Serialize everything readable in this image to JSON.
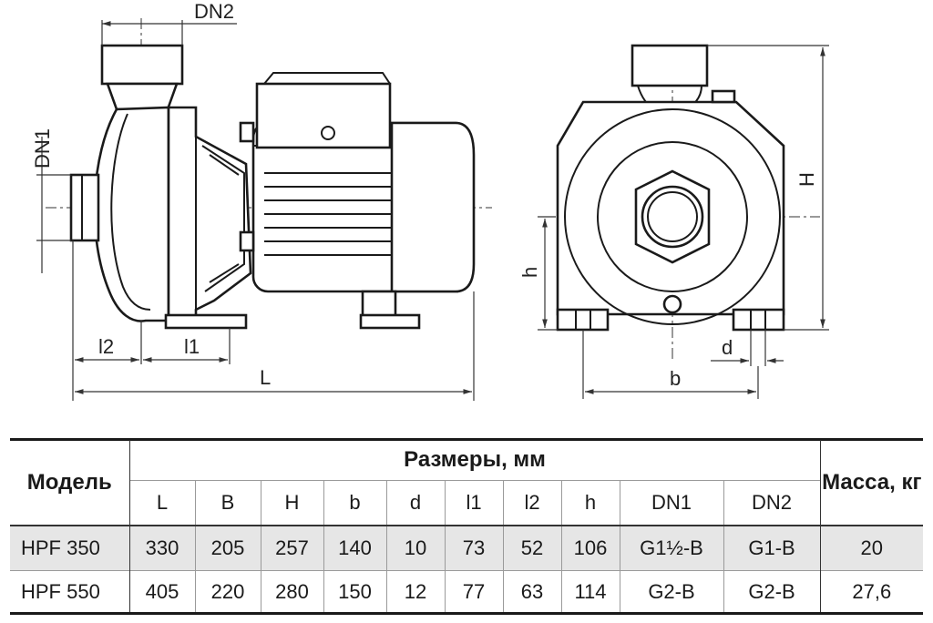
{
  "diagram": {
    "labels": {
      "dn2": "DN2",
      "dn1": "DN1",
      "l2": "l2",
      "l1": "l1",
      "L": "L",
      "H": "H",
      "h": "h",
      "d": "d",
      "b": "b"
    }
  },
  "table": {
    "model_header": "Модель",
    "dimensions_header": "Размеры, мм",
    "mass_header": "Масса, кг",
    "columns": [
      "L",
      "B",
      "H",
      "b",
      "d",
      "l1",
      "l2",
      "h",
      "DN1",
      "DN2"
    ],
    "rows": [
      {
        "model": "HPF 350",
        "values": [
          "330",
          "205",
          "257",
          "140",
          "10",
          "73",
          "52",
          "106",
          "G1½-B",
          "G1-B"
        ],
        "mass": "20"
      },
      {
        "model": "HPF 550",
        "values": [
          "405",
          "220",
          "280",
          "150",
          "12",
          "77",
          "63",
          "114",
          "G2-B",
          "G2-B"
        ],
        "mass": "27,6"
      }
    ]
  }
}
